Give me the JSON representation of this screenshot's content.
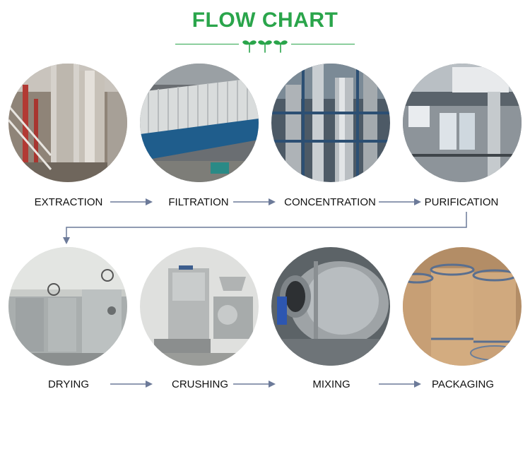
{
  "title": "FLOW CHART",
  "colors": {
    "title": "#2aa54b",
    "rule": "#2aa54b",
    "arrow": "#6c7a99",
    "label": "#111111"
  },
  "steps": [
    {
      "label": "EXTRACTION",
      "photo": "extraction-tanks-photo"
    },
    {
      "label": "FILTRATION",
      "photo": "filter-press-photo"
    },
    {
      "label": "CONCENTRATION",
      "photo": "concentration-plant-photo"
    },
    {
      "label": "PURIFICATION",
      "photo": "purification-plant-photo"
    },
    {
      "label": "DRYING",
      "photo": "vacuum-dryer-photo"
    },
    {
      "label": "CRUSHING",
      "photo": "crusher-machine-photo"
    },
    {
      "label": "MIXING",
      "photo": "mixer-drum-photo"
    },
    {
      "label": "PACKAGING",
      "photo": "fiber-drums-photo"
    }
  ]
}
